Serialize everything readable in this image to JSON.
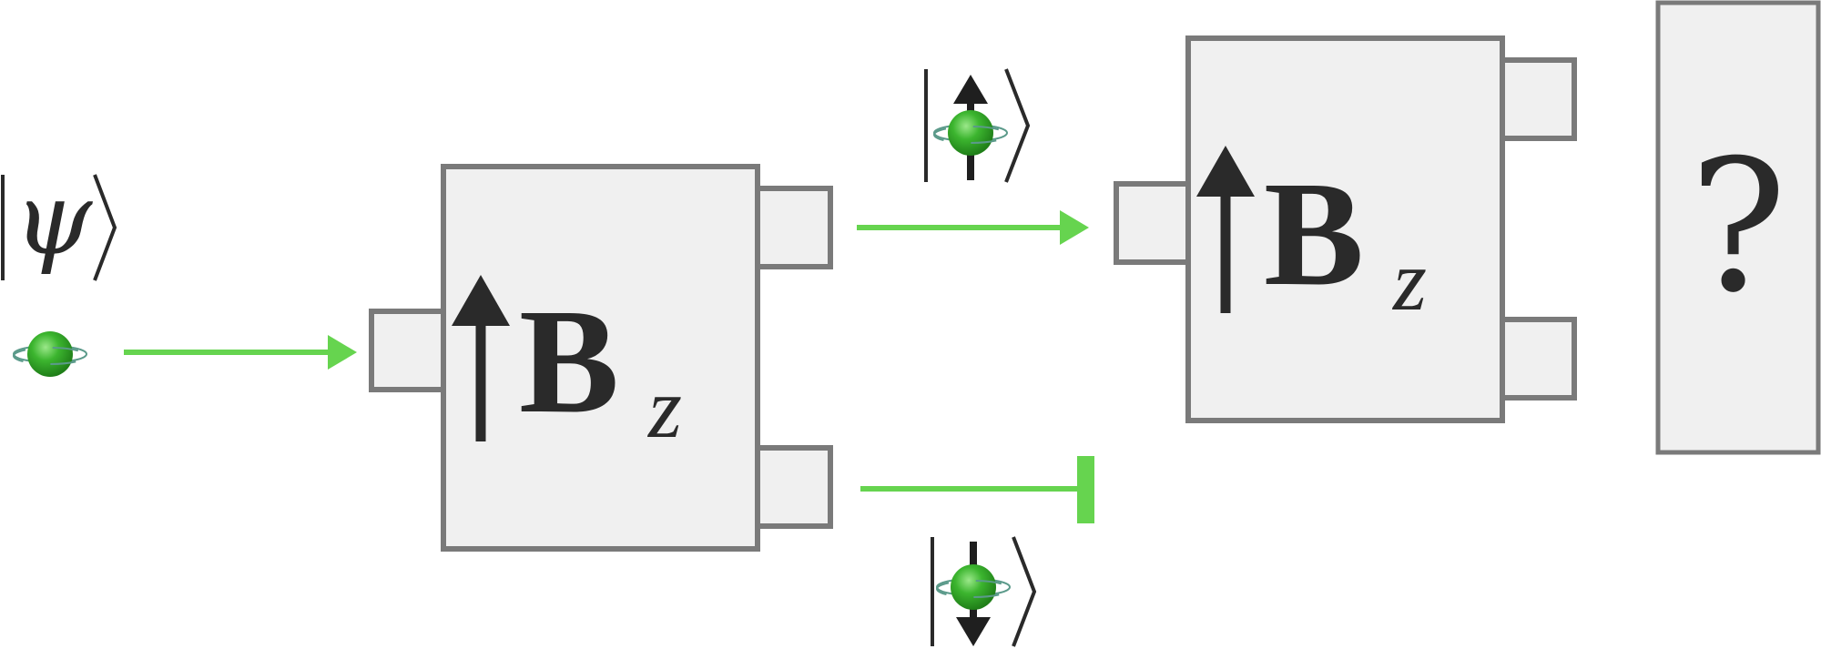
{
  "states": {
    "input_ket": "ψ",
    "up_symbol": "↑",
    "down_symbol": "↓"
  },
  "magnet": {
    "field_letter": "B",
    "axis_subscript": "z"
  },
  "detector": {
    "label": "?"
  },
  "colors": {
    "beam": "#66d44f",
    "box_fill": "#f0f0f0",
    "box_stroke": "#7a7a7a",
    "ink": "#2a2a2a",
    "particle": "#3cb52f",
    "orbit": "#5b9a8a"
  },
  "icons": {
    "particle": "spin-particle-icon",
    "field_arrow": "field-arrow-icon"
  }
}
